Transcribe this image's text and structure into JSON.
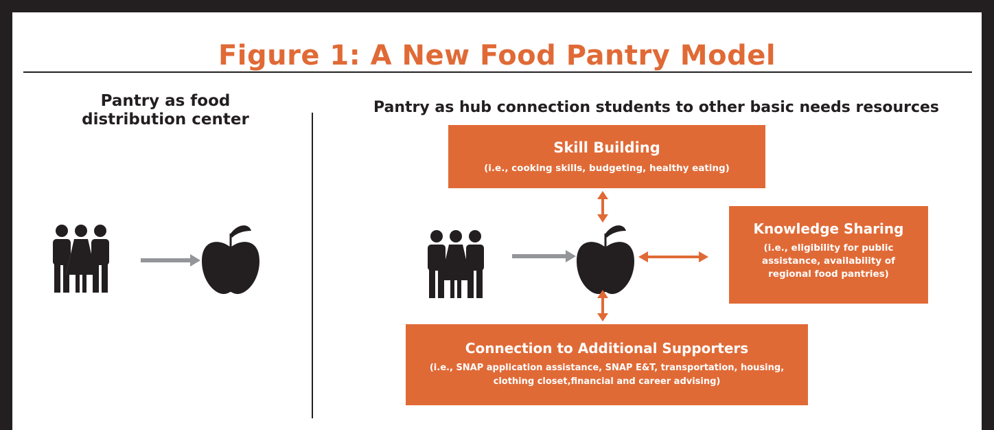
{
  "figure": {
    "title": "Figure 1: A New Food Pantry Model"
  },
  "left_panel": {
    "heading": "Pantry as food distribution center",
    "icons": [
      "people-icon",
      "arrow-right-icon",
      "apple-icon"
    ]
  },
  "right_panel": {
    "heading": "Pantry as hub connection students to other basic needs resources",
    "icons": [
      "people-icon",
      "arrow-right-icon",
      "apple-icon",
      "double-arrow-icon"
    ],
    "boxes": {
      "skill_building": {
        "title": "Skill Building",
        "subtitle": "(i.e., cooking skills, budgeting, healthy eating)"
      },
      "knowledge_sharing": {
        "title": "Knowledge Sharing",
        "subtitle": "(i.e., eligibility for public assistance, availability of regional food pantries)"
      },
      "connection": {
        "title": "Connection to Additional Supporters",
        "subtitle": "(i.e., SNAP application assistance, SNAP E&T, transportation, housing, clothing closet,financial and career advising)"
      }
    }
  },
  "colors": {
    "accent": "#e06a36",
    "ink": "#231f20",
    "arrow_gray": "#939598",
    "frame": "#231f20"
  }
}
